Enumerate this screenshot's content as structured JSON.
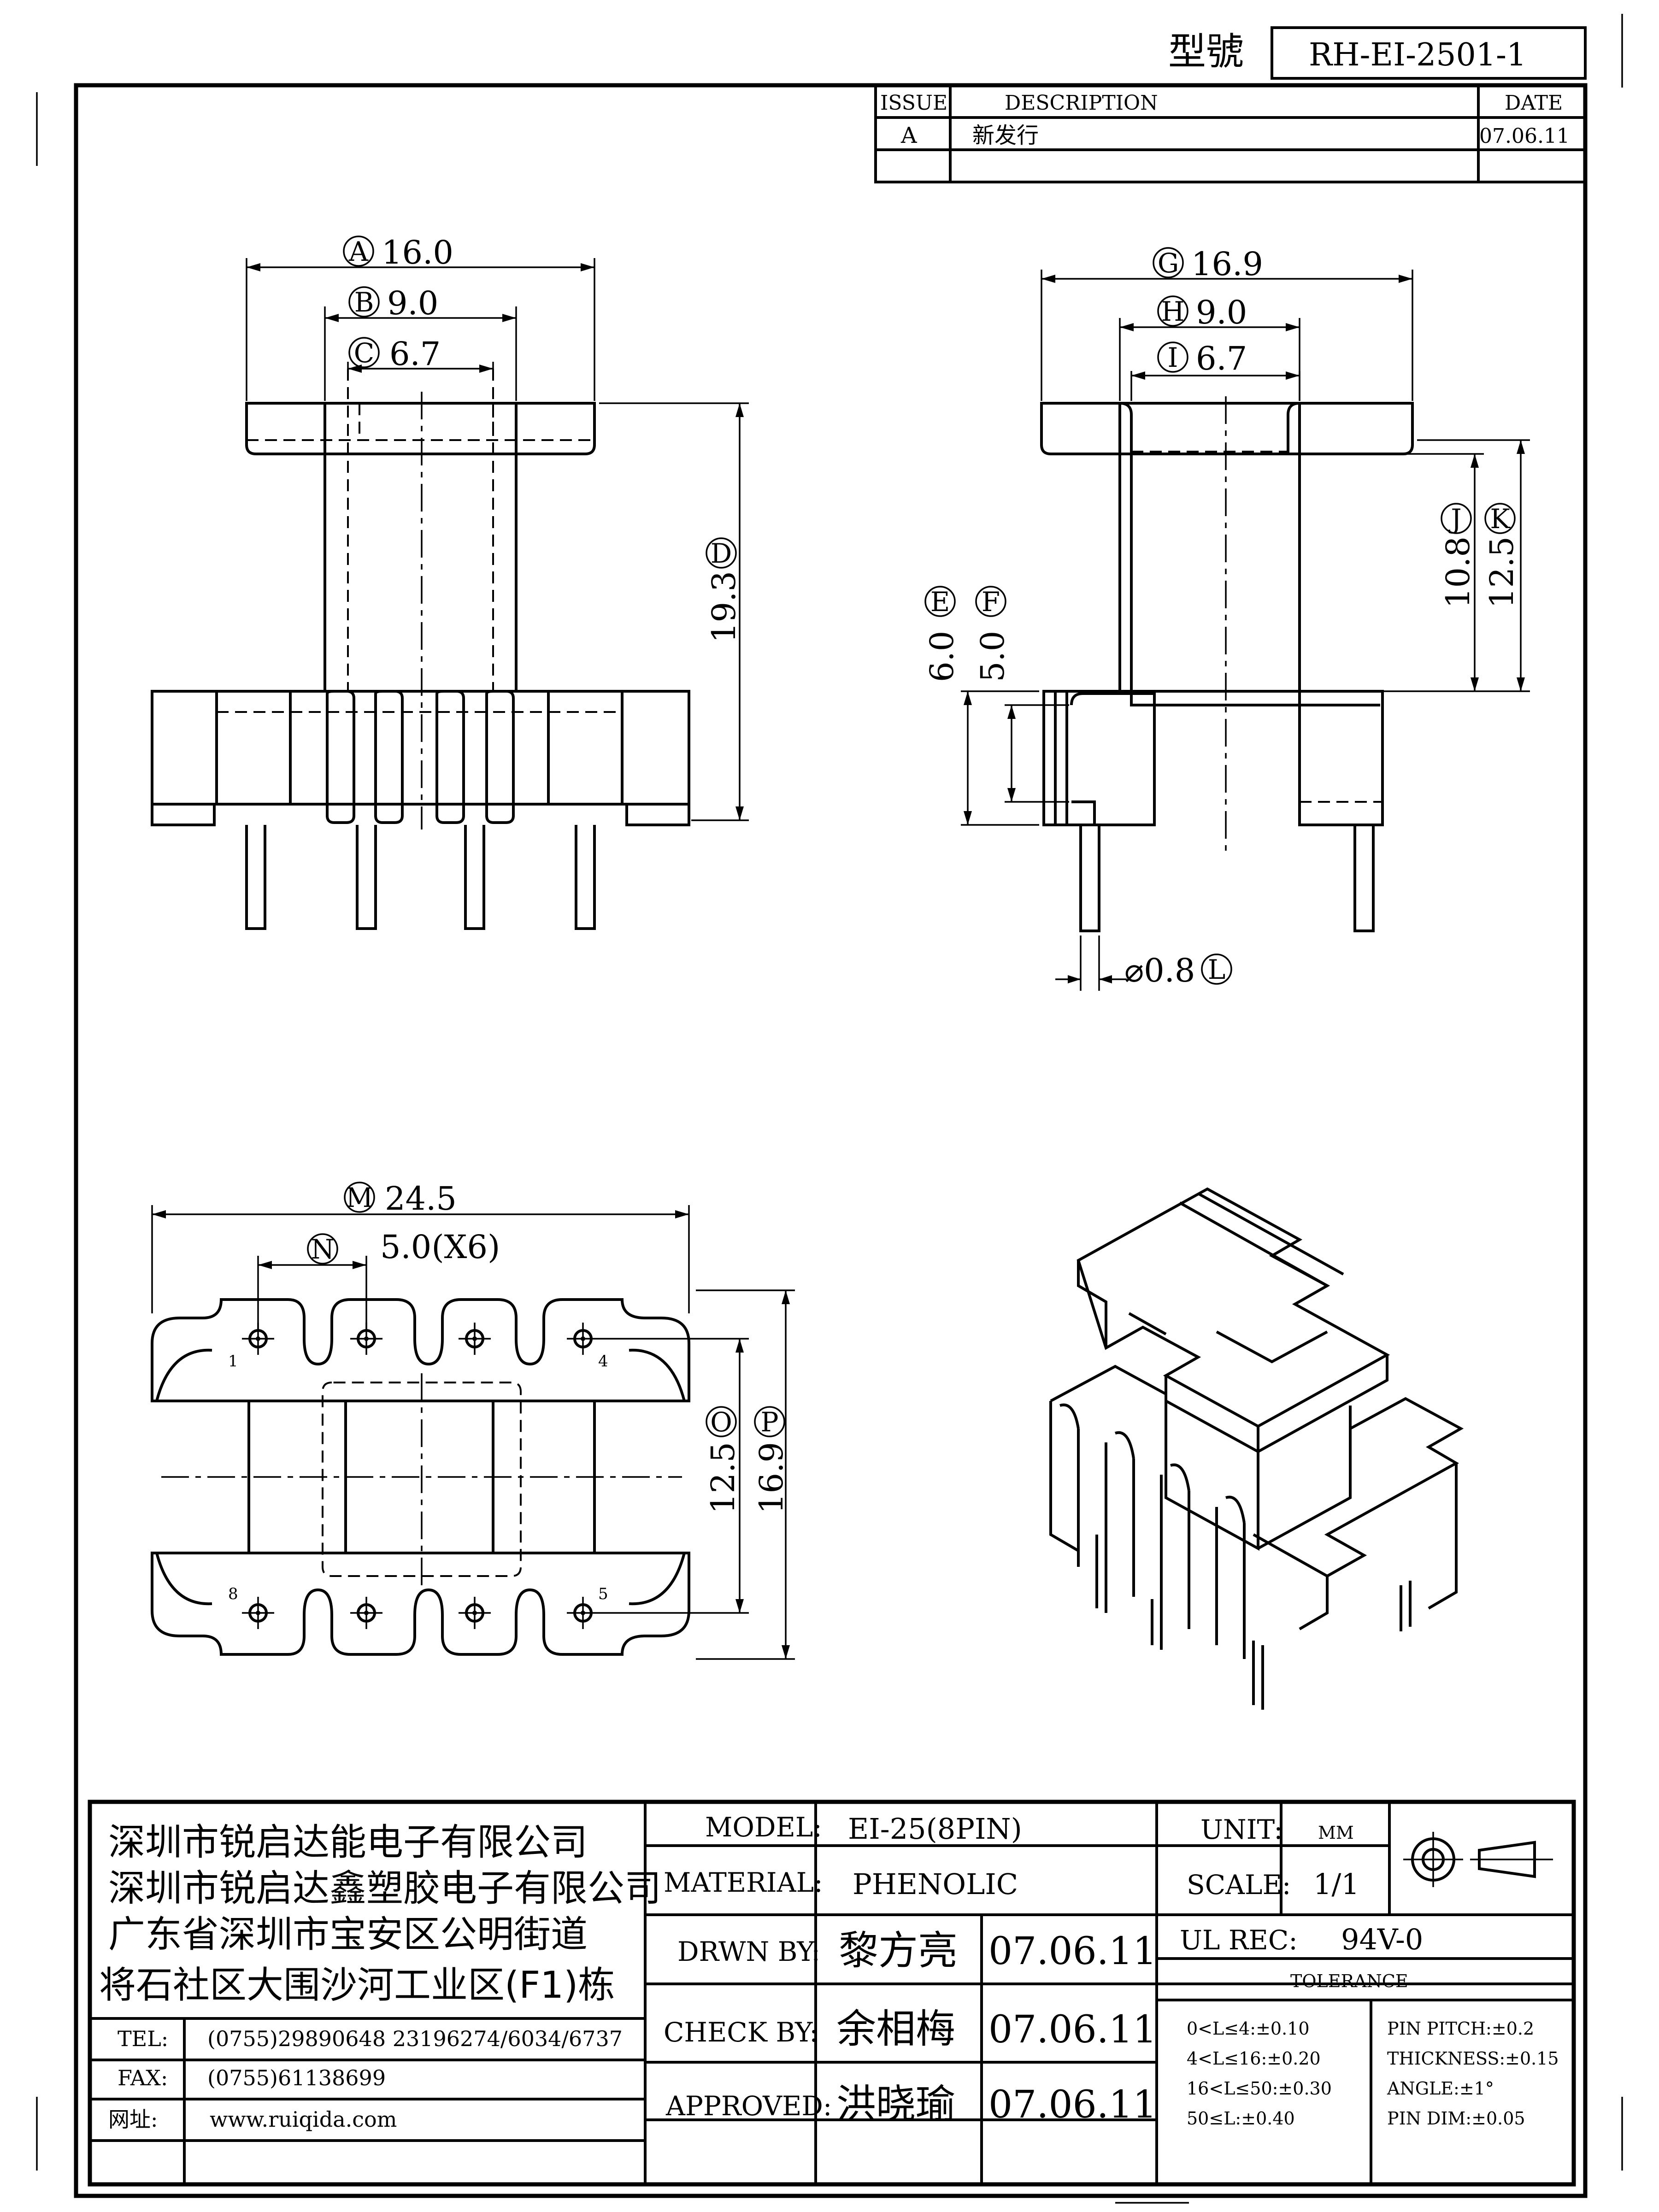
{
  "title_label": "型號",
  "model_no": "RH-EI-2501-1",
  "revision_table": {
    "headers": [
      "ISSUE",
      "DESCRIPTION",
      "DATE"
    ],
    "rows": [
      {
        "issue": "A",
        "description": "新发行",
        "date": "07.06.11"
      },
      {
        "issue": "",
        "description": "",
        "date": ""
      }
    ]
  },
  "front_view": {
    "A": {
      "letter": "A",
      "value": "16.0"
    },
    "B": {
      "letter": "B",
      "value": "9.0"
    },
    "C": {
      "letter": "C",
      "value": "6.7"
    },
    "D": {
      "letter": "D",
      "value": "19.3"
    }
  },
  "side_view": {
    "G": {
      "letter": "G",
      "value": "16.9"
    },
    "H": {
      "letter": "H",
      "value": "9.0"
    },
    "I": {
      "letter": "I",
      "value": "6.7"
    },
    "J": {
      "letter": "J",
      "value": "10.8"
    },
    "K": {
      "letter": "K",
      "value": "12.5"
    },
    "E": {
      "letter": "E",
      "value": "6.0"
    },
    "F": {
      "letter": "F",
      "value": "5.0"
    },
    "L": {
      "letter": "L",
      "value": "⌀0.8"
    }
  },
  "bottom_view": {
    "M": {
      "letter": "M",
      "value": "24.5"
    },
    "N": {
      "letter": "N",
      "value": "5.0(X6)"
    },
    "O": {
      "letter": "O",
      "value": "12.5"
    },
    "P": {
      "letter": "P",
      "value": "16.9"
    },
    "pins": [
      "1",
      "4",
      "8",
      "5"
    ]
  },
  "company": {
    "lines": [
      "深圳市锐启达能电子有限公司",
      "深圳市锐启达鑫塑胶电子有限公司",
      "广东省深圳市宝安区公明街道",
      "将石社区大围沙河工业区(F1)栋"
    ],
    "contacts": [
      {
        "label": "TEL:",
        "value": "(0755)29890648  23196274/6034/6737"
      },
      {
        "label": "FAX:",
        "value": "(0755)61138699"
      },
      {
        "label": "网址:",
        "value": "www.ruiqida.com"
      }
    ]
  },
  "spec": {
    "model_label": "MODEL:",
    "model_value": "EI-25(8PIN)",
    "material_label": "MATERIAL:",
    "material_value": "PHENOLIC",
    "unit_label": "UNIT:",
    "unit_value": "MM",
    "scale_label": "SCALE:",
    "scale_value": "1/1",
    "ul_label": "UL REC:",
    "ul_value": "94V-0",
    "tolerance_label": "TOLERANCE",
    "drawn_label": "DRWN BY:",
    "drawn_name": "黎方亮",
    "drawn_date": "07.06.11",
    "check_label": "CHECK BY:",
    "check_name": "余相梅",
    "check_date": "07.06.11",
    "approved_label": "APPROVED:",
    "approved_name": "洪晓瑜",
    "approved_date": "07.06.11",
    "tolerance_left": [
      "0<L≤4:±0.10",
      "4<L≤16:±0.20",
      "16<L≤50:±0.30",
      "50≤L:±0.40"
    ],
    "tolerance_right": [
      "PIN PITCH:±0.2",
      "THICKNESS:±0.15",
      "ANGLE:±1°",
      "PIN DIM:±0.05"
    ]
  }
}
